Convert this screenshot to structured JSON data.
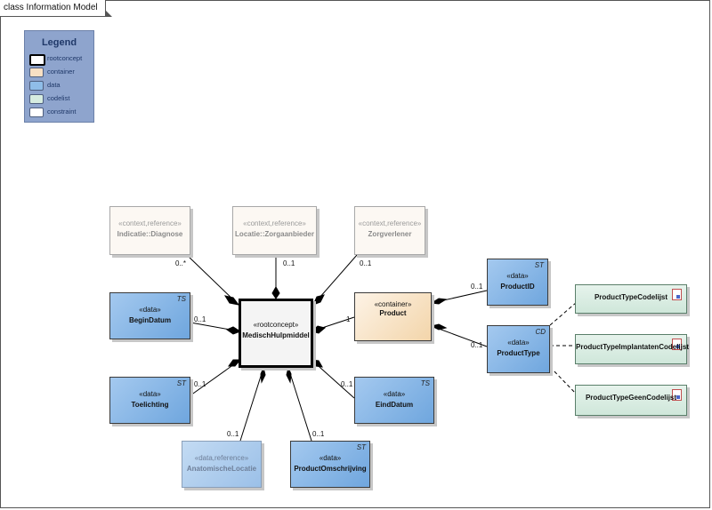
{
  "frame": {
    "title": "class Information Model"
  },
  "legend": {
    "title": "Legend",
    "items": [
      {
        "label": "rootconcept",
        "color": "#ffffff",
        "border": "#000000"
      },
      {
        "label": "container",
        "color": "#f8e0c4",
        "border": "#4f5f7f"
      },
      {
        "label": "data",
        "color": "#8fbde8",
        "border": "#4f5f7f"
      },
      {
        "label": "codelist",
        "color": "#d6ece0",
        "border": "#4f5f7f"
      },
      {
        "label": "constraint",
        "color": "#ffffff",
        "border": "#4f5f7f"
      }
    ]
  },
  "classes": {
    "diagnose": {
      "stereotype": "«context,reference»",
      "name": "Indicatie::Diagnose"
    },
    "zorgaanbieder": {
      "stereotype": "«context,reference»",
      "name": "Locatie::Zorgaanbieder"
    },
    "zorgverlener": {
      "stereotype": "«context,reference»",
      "name": "Zorgverlener"
    },
    "begin": {
      "stereotype": "«data»",
      "name": "BeginDatum",
      "tag": "TS"
    },
    "root": {
      "stereotype": "«rootconcept»",
      "name": "MedischHulpmiddel"
    },
    "product": {
      "stereotype": "«container»",
      "name": "Product"
    },
    "productid": {
      "stereotype": "«data»",
      "name": "ProductID",
      "tag": "ST"
    },
    "producttype": {
      "stereotype": "«data»",
      "name": "ProductType",
      "tag": "CD"
    },
    "toelichting": {
      "stereotype": "«data»",
      "name": "Toelichting",
      "tag": "ST"
    },
    "eind": {
      "stereotype": "«data»",
      "name": "EindDatum",
      "tag": "TS"
    },
    "anatomisch": {
      "stereotype": "«data,reference»",
      "name": "AnatomischeLocatie"
    },
    "omschrijving": {
      "stereotype": "«data»",
      "name": "ProductOmschrijving",
      "tag": "ST"
    },
    "cl1": {
      "name": "ProductTypeCodelijst"
    },
    "cl2": {
      "name": "ProductTypeImplantatenCodelijst"
    },
    "cl3": {
      "name": "ProductTypeGeenCodelijst"
    }
  },
  "multiplicities": {
    "diagnose": "0..*",
    "zorgaanbieder": "0..1",
    "zorgverlener": "0..1",
    "begin": "0..1",
    "product": "1",
    "productid": "0..1",
    "producttype": "0..1",
    "toelichting": "0..1",
    "eind": "0..1",
    "anatomisch": "0..1",
    "omschrijving": "0..1"
  }
}
